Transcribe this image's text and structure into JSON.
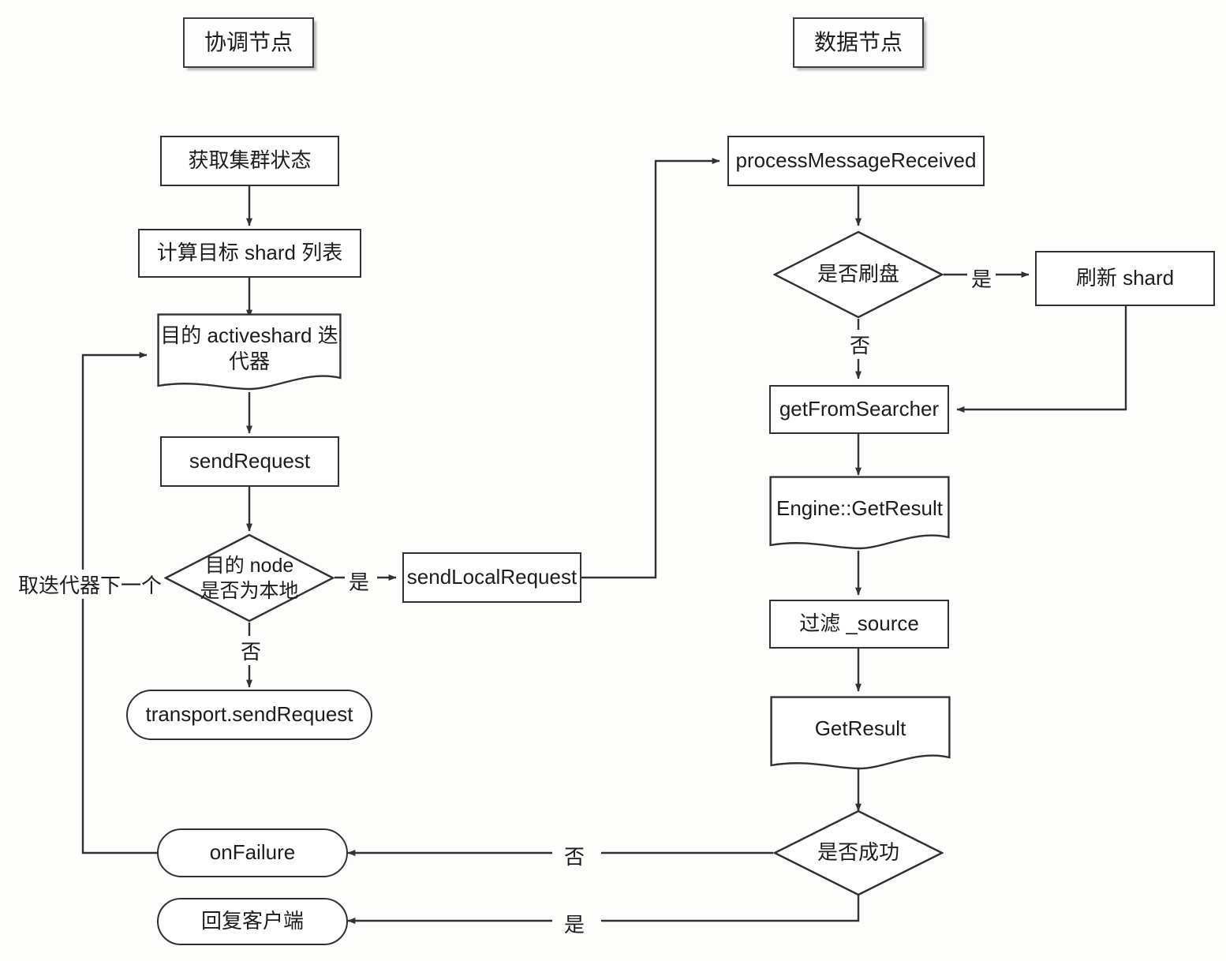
{
  "diagram": {
    "title_left": "协调节点",
    "title_right": "数据节点",
    "lanes": [
      {
        "name": "coordinating-node",
        "label": "协调节点"
      },
      {
        "name": "data-node",
        "label": "数据节点"
      }
    ],
    "nodes": {
      "get_cluster_state": {
        "label": "获取集群状态",
        "shape": "rect"
      },
      "compute_target_shards": {
        "label": "计算目标 shard 列表",
        "shape": "rect"
      },
      "activeshard_iterator": {
        "label": "目的  activeshard 迭\n代器",
        "line1": "目的  activeshard 迭",
        "line2": "代器",
        "shape": "document"
      },
      "send_request": {
        "label": "sendRequest",
        "shape": "rect"
      },
      "is_target_node_local": {
        "label": "目的 node\n是否为本地",
        "line1": "目的 node",
        "line2": "是否为本地",
        "shape": "diamond"
      },
      "transport_send_request": {
        "label": "transport.sendRequest",
        "shape": "stadium"
      },
      "send_local_request": {
        "label": "sendLocalRequest",
        "shape": "rect"
      },
      "on_failure": {
        "label": "onFailure",
        "shape": "stadium"
      },
      "reply_client": {
        "label": "回复客户端",
        "shape": "stadium"
      },
      "process_message_received": {
        "label": "processMessageReceived",
        "shape": "rect"
      },
      "need_flush": {
        "label": "是否刷盘",
        "shape": "diamond"
      },
      "refresh_shard": {
        "label": "刷新 shard",
        "shape": "rect"
      },
      "get_from_searcher": {
        "label": "getFromSearcher",
        "shape": "rect"
      },
      "engine_get_result": {
        "label": "Engine::GetResult",
        "shape": "document"
      },
      "filter_source": {
        "label": "过滤 _source",
        "shape": "rect"
      },
      "get_result": {
        "label": "GetResult",
        "shape": "document"
      },
      "is_success": {
        "label": "是否成功",
        "shape": "diamond"
      }
    },
    "edge_labels": {
      "iterator_next": "取迭代器下一个",
      "local_yes": "是",
      "local_no": "否",
      "flush_yes": "是",
      "flush_no": "否",
      "success_no": "否",
      "success_yes": "是"
    },
    "colors": {
      "stroke": "#2f3133",
      "text": "#1c1c1c",
      "background": "#fdfdfc"
    }
  }
}
